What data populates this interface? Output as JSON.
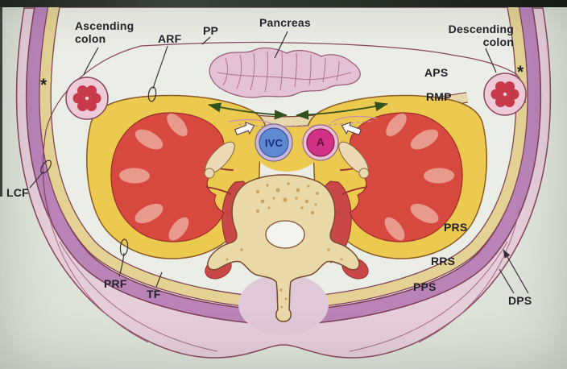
{
  "figure_labels": {
    "ascending_colon": "Ascending\ncolon",
    "arf": "ARF",
    "pp": "PP",
    "pancreas": "Pancreas",
    "descending_colon": "Descending\ncolon",
    "aps": "APS",
    "rmp": "RMP",
    "ivc": "IVC",
    "aorta": "A",
    "lcf": "LCF",
    "prf": "PRF",
    "tf": "TF",
    "prs": "PRS",
    "rrs": "RRS",
    "pps": "PPS",
    "dps": "DPS",
    "star_left": "*",
    "star_right": "*"
  },
  "colors": {
    "page_background": "#e2e7de",
    "photo_edge_dark": "#1d231c",
    "outer_band_pink": "#e5cdda",
    "wall_muscle_purple": "#b983b8",
    "fat_band_cream": "#e3d294",
    "perirenal_fat_yellow": "#ecc94f",
    "kidney_red": "#d7493f",
    "kidney_pyramid": "#e9a092",
    "pancreas_pink": "#e4c2d6",
    "ivc_blue": "#5f8ad2",
    "aorta_magenta": "#d23286",
    "vertebra_tan": "#e9d8a8",
    "psoas_red": "#c94747",
    "paraspinal_lavender": "#dfc8d7",
    "arrow_green": "#33511f",
    "outline_maroon": "#87465c"
  }
}
